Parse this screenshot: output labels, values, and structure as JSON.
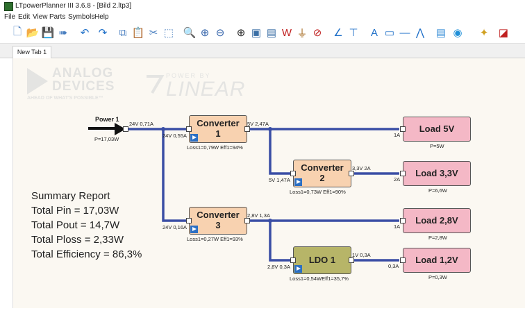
{
  "window": {
    "title": "LTpowerPlanner III 3.6.8 - [Bild 2.ltp3]"
  },
  "menu": [
    "File",
    "Edit",
    "View",
    "Parts",
    "Symbols",
    "Help"
  ],
  "toolbar": [
    {
      "name": "new-icon",
      "glyph": "🗋",
      "color": "#4a7fc0"
    },
    {
      "name": "open-icon",
      "glyph": "📂",
      "color": "#4a7fc0"
    },
    {
      "name": "save-icon",
      "glyph": "💾",
      "color": "#2e5fa8"
    },
    {
      "name": "export-icon",
      "glyph": "➠",
      "color": "#4a7fc0"
    },
    {
      "name": "undo-icon",
      "glyph": "↶",
      "color": "#1e6fc8"
    },
    {
      "name": "redo-icon",
      "glyph": "↷",
      "color": "#1e6fc8"
    },
    {
      "name": "copy-icon",
      "glyph": "⧉",
      "color": "#4a7fc0"
    },
    {
      "name": "paste-icon",
      "glyph": "📋",
      "color": "#4a7fc0"
    },
    {
      "name": "cut-icon",
      "glyph": "✂",
      "color": "#4a7fc0"
    },
    {
      "name": "select-icon",
      "glyph": "⬚",
      "color": "#4a7fc0"
    },
    {
      "name": "zoom-icon",
      "glyph": "🔍",
      "color": "#2e5fa8"
    },
    {
      "name": "zoom-in-icon",
      "glyph": "⊕",
      "color": "#2e5fa8"
    },
    {
      "name": "zoom-out-icon",
      "glyph": "⊖",
      "color": "#2e5fa8"
    },
    {
      "name": "add-source-icon",
      "glyph": "⊕",
      "color": "#222222"
    },
    {
      "name": "add-converter-icon",
      "glyph": "▣",
      "color": "#3a6ea5"
    },
    {
      "name": "add-ldo-icon",
      "glyph": "▤",
      "color": "#3a6ea5"
    },
    {
      "name": "add-inductor-icon",
      "glyph": "W",
      "color": "#c02020"
    },
    {
      "name": "add-ground-icon",
      "glyph": "⏚",
      "color": "#a06010"
    },
    {
      "name": "add-load-icon",
      "glyph": "⊘",
      "color": "#c02020"
    },
    {
      "name": "draw-line-icon",
      "glyph": "∠",
      "color": "#1e6fc8"
    },
    {
      "name": "add-text-tool-icon",
      "glyph": "⊤",
      "color": "#1e6fc8"
    },
    {
      "name": "add-label-icon",
      "glyph": "A",
      "color": "#1e6fc8"
    },
    {
      "name": "rectangle-icon",
      "glyph": "▭",
      "color": "#1e6fc8"
    },
    {
      "name": "line-icon",
      "glyph": "—",
      "color": "#1e6fc8"
    },
    {
      "name": "polyline-icon",
      "glyph": "⋀",
      "color": "#1e6fc8"
    },
    {
      "name": "report-icon",
      "glyph": "▤",
      "color": "#3a8fd8"
    },
    {
      "name": "run-icon",
      "glyph": "◉",
      "color": "#1e8fd8"
    },
    {
      "name": "settings-icon",
      "glyph": "✦",
      "color": "#d0a020"
    },
    {
      "name": "adi-icon",
      "glyph": "◪",
      "color": "#c02020"
    }
  ],
  "tab": {
    "label": "New Tab 1"
  },
  "logos": {
    "analog_devices": "ANALOG DEVICES",
    "analog_devices_tagline": "AHEAD OF WHAT'S POSSIBLE™",
    "powered_by": "POWER BY",
    "linear": "LINEAR"
  },
  "source": {
    "name": "Power 1",
    "out_label": "24V 0,71A",
    "power_label": "P=17,03W"
  },
  "blocks": {
    "conv1": {
      "name_line1": "Converter",
      "name_line2": "1",
      "in_label": "24V 0,55A",
      "out_label": "5V 2,47A",
      "stats": "Loss1=0,79W  Eff1=94%"
    },
    "conv2": {
      "name_line1": "Converter",
      "name_line2": "2",
      "in_label": "5V 1,47A",
      "out_label": "3,3V 2A",
      "stats": "Loss1=0,73W  Eff1=90%"
    },
    "conv3": {
      "name_line1": "Converter",
      "name_line2": "3",
      "in_label": "24V 0,16A",
      "out_label": "2,8V 1,3A",
      "stats": "Loss1=0,27W  Eff1=93%"
    },
    "ldo1": {
      "name": "LDO 1",
      "in_label": "2,8V 0,3A",
      "out_label": "1V 0,3A",
      "stats": "Loss1=0,54WEff1=35,7%"
    }
  },
  "loads": [
    {
      "name": "Load 5V",
      "in_label": "1A",
      "power": "P=5W"
    },
    {
      "name": "Load 3,3V",
      "in_label": "2A",
      "power": "P=6,6W"
    },
    {
      "name": "Load 2,8V",
      "in_label": "1A",
      "power": "P=2,8W"
    },
    {
      "name": "Load 1,2V",
      "in_label": "0,3A",
      "power": "P=0,3W"
    }
  ],
  "summary": {
    "title": "Summary Report",
    "pin": "Total Pin = 17,03W",
    "pout": "Total Pout = 14,7W",
    "ploss": "Total Ploss = 2,33W",
    "efficiency": "Total Efficiency = 86,3%"
  },
  "colors": {
    "wire": "#3a4ea5",
    "converter": "#f8d2b0",
    "load": "#f4b8c6",
    "ldo": "#b7b568"
  }
}
